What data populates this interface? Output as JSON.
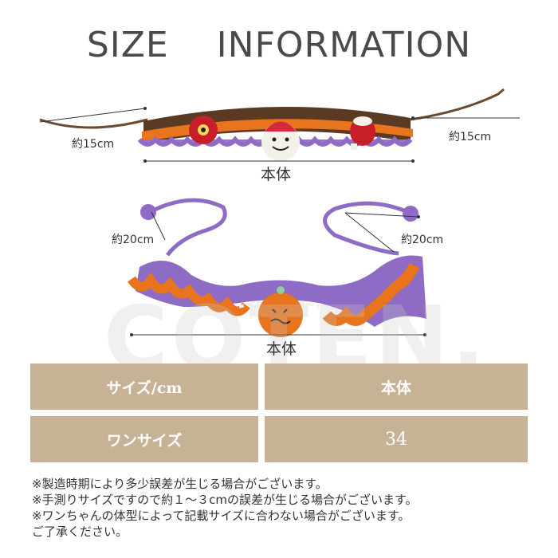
{
  "title": "SIZE　 INFORMATION",
  "diagram1": {
    "left_label": "約15cm",
    "right_label": "約15cm",
    "body_label": "本体"
  },
  "diagram2": {
    "left_label": "約20cm",
    "right_label": "約20cm",
    "body_label": "本体"
  },
  "watermark": "COTEN.",
  "table": {
    "header": [
      "サイズ/cm",
      "本体"
    ],
    "row": [
      "ワンサイズ",
      "34"
    ]
  },
  "notes": [
    "※製造時期により多少誤差が生じる場合がございます。",
    "※手測りサイズですので約１～３cmの誤差が生じる場合がございます。",
    "※ワンちゃんの体型によって記載サイズに合わない場合がございます。",
    "ご了承ください。"
  ],
  "colors": {
    "table_bg": "#c8b296",
    "purple": "#8e6bc4",
    "orange": "#e8741e",
    "brown": "#5a3a22"
  }
}
